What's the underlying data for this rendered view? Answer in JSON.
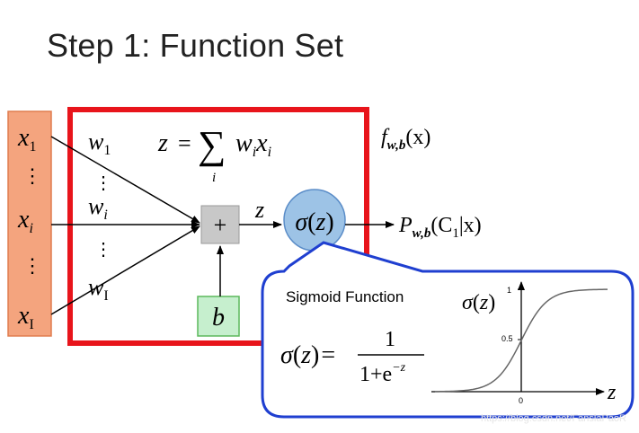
{
  "title": "Step 1: Function Set",
  "inputs": {
    "x1": "x",
    "x1_sub": "1",
    "xi": "x",
    "xi_sub": "i",
    "xI": "x",
    "xI_sub": "I",
    "dots": "⋮"
  },
  "weights": {
    "w1": "w",
    "w1_sub": "1",
    "wi": "w",
    "wi_sub": "i",
    "wI": "w",
    "wI_sub": "I",
    "dots": "⋮"
  },
  "sum_formula": {
    "z": "z",
    "eq": "=",
    "sigma": "∑",
    "index": "i",
    "w": "w",
    "w_sub": "i",
    "x": "x",
    "x_sub": "i"
  },
  "sum_node": "+",
  "z_label": "z",
  "bias": "b",
  "activation": {
    "sigma": "σ",
    "z": "z"
  },
  "output_func": {
    "f": "f",
    "sub": "w,b",
    "arg": "(x)"
  },
  "output_prob": {
    "P": "P",
    "sub": "w,b",
    "arg_open": "(C",
    "c_sub": "1",
    "arg_close": "|x)"
  },
  "callout": {
    "heading": "Sigmoid Function",
    "lhs_sigma": "σ",
    "lhs_z": "z",
    "eq": "=",
    "numerator": "1",
    "denominator_base": "1+e",
    "denominator_exp": "−z",
    "plot_ylabel_sigma": "σ",
    "plot_ylabel_z": "z",
    "tick_y_1": "1",
    "tick_y_05": "0.5",
    "tick_x_0": "0",
    "axis_x_label": "z"
  },
  "colors": {
    "input_fill": "#F4A47E",
    "input_stroke": "#E07D4E",
    "red_box": "#E8141B",
    "sum_fill": "#C8C8C8",
    "sigma_fill": "#9DC3E6",
    "sigma_stroke": "#5B8DC8",
    "bias_fill": "#C6EFCE",
    "bias_stroke": "#5CB85C",
    "callout_stroke": "#1F3FD0",
    "curve": "#666666"
  },
  "watermark": "https://blog.csdn.net/FanslaPaoR"
}
